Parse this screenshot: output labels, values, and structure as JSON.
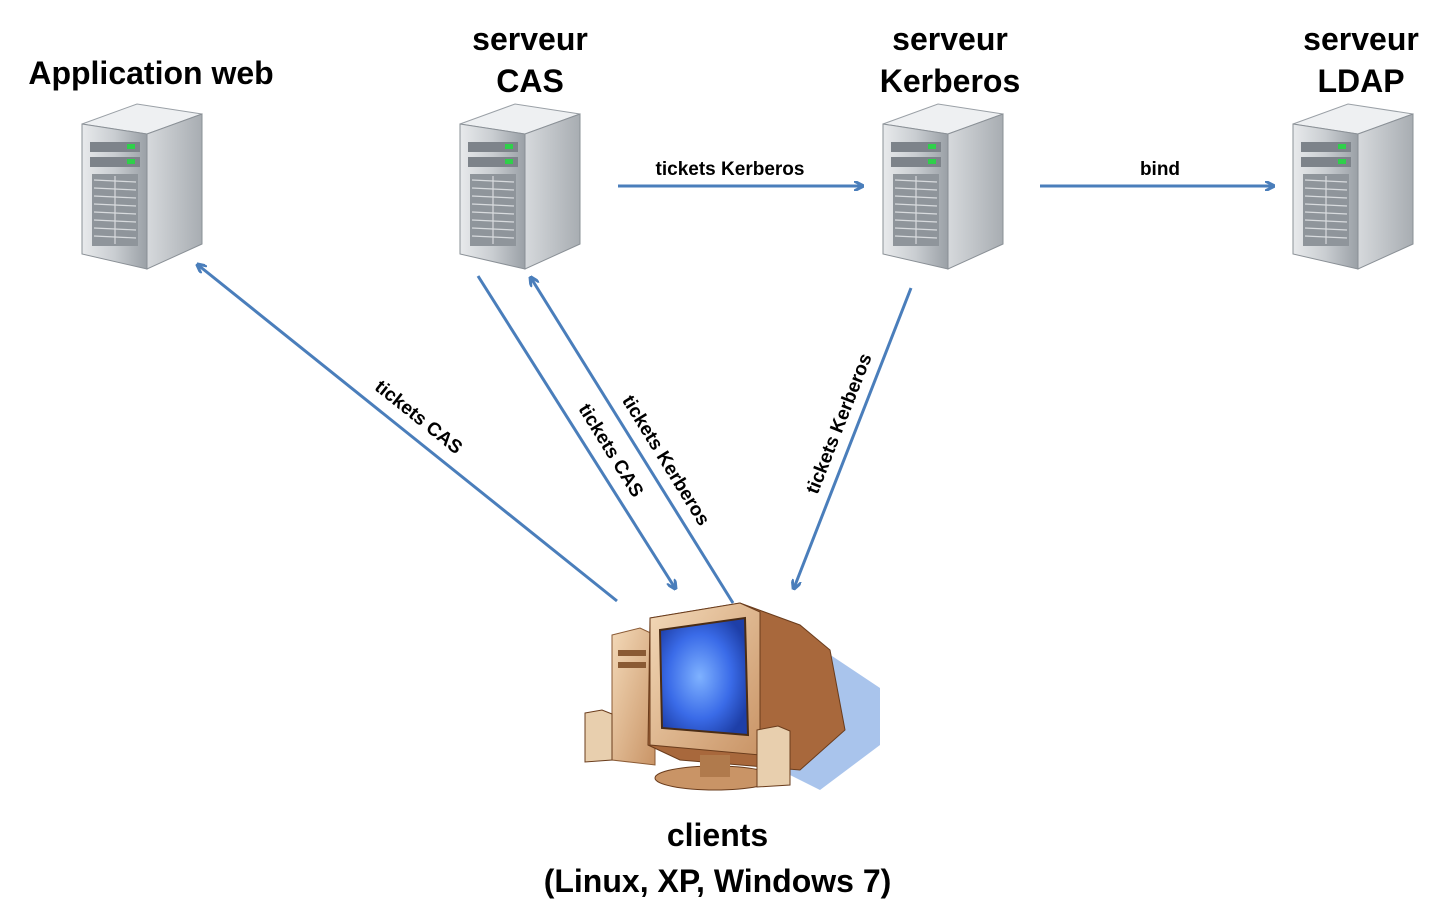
{
  "nodes": {
    "webapp": {
      "line1": "Application web"
    },
    "cas": {
      "line1": "serveur",
      "line2": "CAS"
    },
    "kerberos": {
      "line1": "serveur",
      "line2": "Kerberos"
    },
    "ldap": {
      "line1": "serveur",
      "line2": "LDAP"
    },
    "clients": {
      "line1": "clients",
      "line2": "(Linux, XP, Windows 7)"
    }
  },
  "edges": {
    "cas_to_kerberos": "tickets Kerberos",
    "kerberos_to_ldap": "bind",
    "client_to_webapp": "tickets CAS",
    "cas_to_client": "tickets CAS",
    "client_to_cas": "tickets Kerberos",
    "kerberos_to_client": "tickets Kerberos"
  },
  "colors": {
    "arrow": "#4a7ebb",
    "text": "#000000"
  }
}
